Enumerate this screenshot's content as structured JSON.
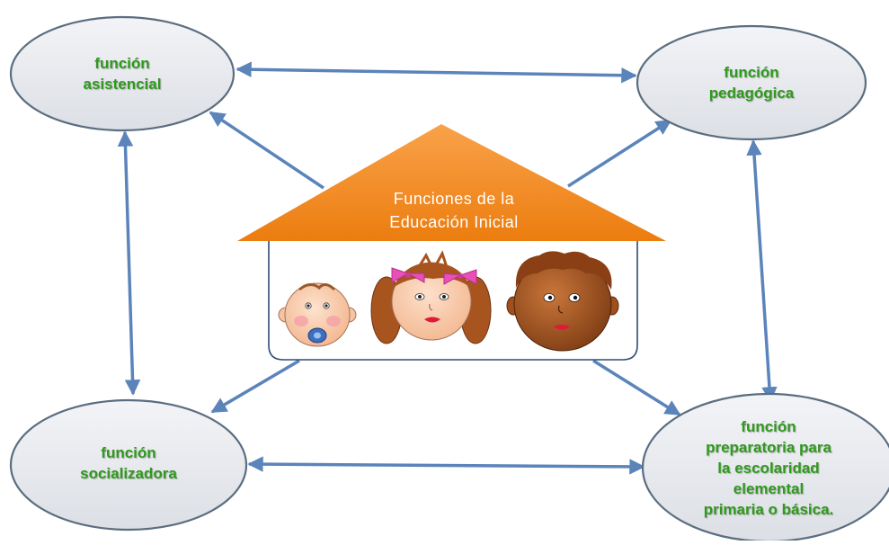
{
  "center": {
    "title_line1": "Funciones de la",
    "title_line2": "Educación Inicial"
  },
  "nodes": {
    "top_left": {
      "line1": "función",
      "line2": "asistencial"
    },
    "top_right": {
      "line1": "función",
      "line2": "pedagógica"
    },
    "bottom_left": {
      "line1": "función",
      "line2": "socializadora"
    },
    "bottom_right": {
      "line1": "función",
      "line2": "preparatoria para",
      "line3": "la escolaridad",
      "line4": "elemental",
      "line5": "primaria o básica."
    }
  },
  "colors": {
    "node_text": "#2f9a1c",
    "ellipse_fill": "#e6e8ec",
    "ellipse_stroke": "#5b6d80",
    "arrow": "#5b84bb",
    "roof": "#f28a1a",
    "house_stroke": "#2e4c74"
  }
}
